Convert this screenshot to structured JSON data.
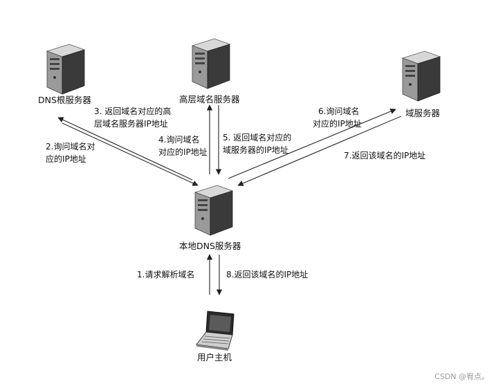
{
  "nodes": {
    "root": "DNS根服务器",
    "top": "高层域名服务器",
    "domain": "域服务器",
    "local": "本地DNS服务器",
    "host": "用户主机"
  },
  "steps": {
    "s1": "1.请求解析域名",
    "s2_line1": "2.询问域名对",
    "s2_line2": "应的IP地址",
    "s3_line1": "3. 返回域名对应的高",
    "s3_line2": "层域名服务器IP地址",
    "s4_line1": "4.询问域名",
    "s4_line2": "对应的IP地址",
    "s5_line1": "5. 返回域名对应的",
    "s5_line2": "域服务器的IP地址",
    "s6_line1": "6.询问域名",
    "s6_line2": "对应的IP地址",
    "s7": "7.返回该域名的IP地址",
    "s8": "8.返回该域名的IP地址"
  },
  "watermark": "CSDN @宥点。"
}
